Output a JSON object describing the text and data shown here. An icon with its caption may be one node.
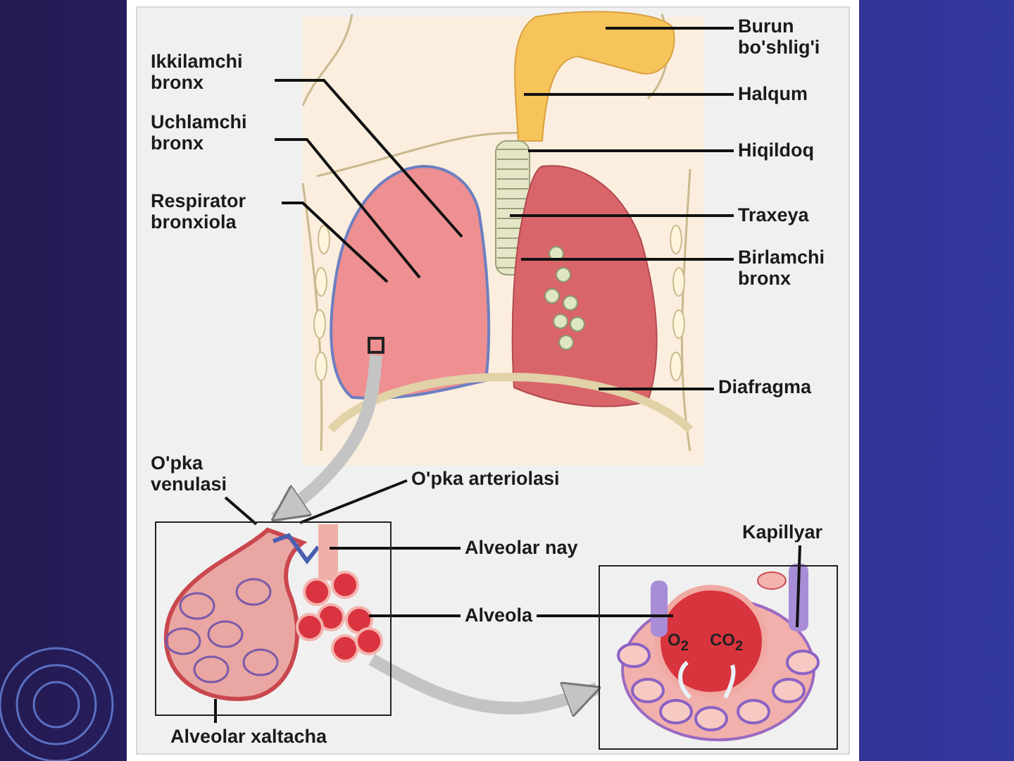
{
  "diagram": {
    "nodes": [
      {
        "text": [
          "Burun bo'shlig'i"
        ]
      },
      {
        "text": [
          "Halqum"
        ]
      },
      {
        "text": [
          "Hiqildoq"
        ]
      },
      {
        "text": [
          "Traxeya"
        ]
      },
      {
        "text": [
          "Birlamchi bronx"
        ]
      },
      {
        "text": [
          "Diafragma"
        ]
      },
      {
        "text": [
          "Ikkilamchi bronx"
        ]
      },
      {
        "text": [
          "Uchlamchi bronx"
        ]
      },
      {
        "text": [
          "Respirator bronxiola"
        ]
      },
      {
        "text": [
          "O'pka venulasi"
        ]
      },
      {
        "text": [
          "O'pka arteriolasi"
        ]
      },
      {
        "text": [
          "Alveolar nay"
        ]
      },
      {
        "text": [
          "Alveola"
        ]
      },
      {
        "text": [
          "Kapillyar"
        ]
      },
      {
        "text": [
          "Alveolar xaltacha"
        ]
      },
      {
        "text": [],
        "shape": "box"
      },
      {
        "text": [],
        "shape": "box"
      },
      {
        "text": [],
        "shape": "box"
      }
    ],
    "edges": [
      {
        "from": 0,
        "to": null,
        "arrow": "none"
      },
      {
        "from": 1,
        "to": null,
        "arrow": "none"
      },
      {
        "from": 2,
        "to": null,
        "arrow": "none"
      },
      {
        "from": 3,
        "to": null,
        "arrow": "none"
      },
      {
        "from": 4,
        "to": null,
        "arrow": "none"
      },
      {
        "from": 5,
        "to": null,
        "arrow": "none"
      },
      {
        "from": 6,
        "to": null,
        "arrow": "none"
      },
      {
        "from": 7,
        "to": null,
        "arrow": "none"
      },
      {
        "from": 8,
        "to": null,
        "arrow": "none"
      },
      {
        "from": 9,
        "to": 16,
        "arrow": "none"
      },
      {
        "from": 10,
        "to": 16,
        "arrow": "none"
      },
      {
        "from": 11,
        "to": 16,
        "arrow": "none"
      },
      {
        "from": 12,
        "to": 16,
        "arrow": "none"
      },
      {
        "from": 12,
        "to": 17,
        "arrow": "none"
      },
      {
        "from": 13,
        "to": 17,
        "arrow": "none"
      },
      {
        "from": 14,
        "to": 16,
        "arrow": "none"
      },
      {
        "from": 15,
        "to": 16,
        "arrow": "to",
        "style": "thick",
        "color": "#c4c4c4"
      },
      {
        "from": 16,
        "to": 17,
        "arrow": "to",
        "style": "thick",
        "color": "#c4c4c4"
      }
    ],
    "labels": [
      "O$_{2}$",
      "CO$_{2}$"
    ]
  }
}
